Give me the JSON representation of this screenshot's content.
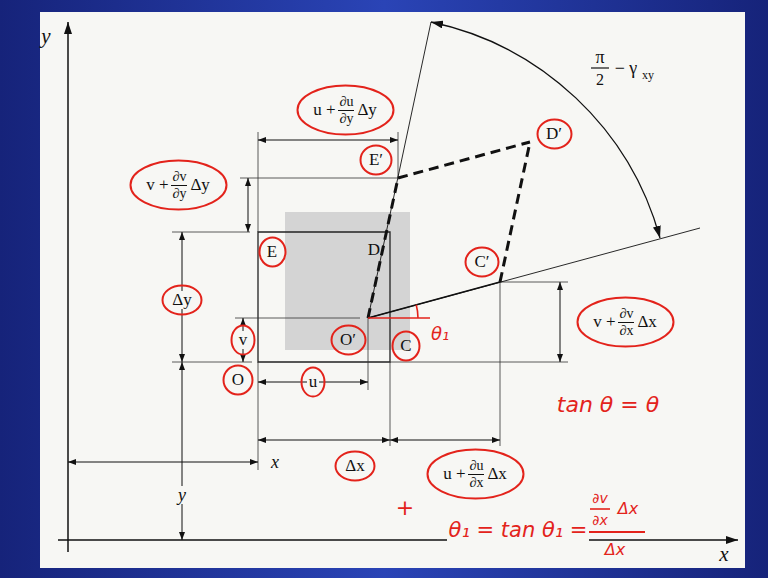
{
  "diagram": {
    "nodes": [
      {
        "text": [
          "u +",
          "∂u",
          "∂y",
          "Δy"
        ]
      },
      {
        "text": [
          "D′"
        ]
      },
      {
        "text": [
          "E′"
        ]
      },
      {
        "text": [
          "v +",
          "∂v",
          "∂y",
          "Δy"
        ]
      },
      {
        "text": [
          "E"
        ]
      },
      {
        "text": [
          "C′"
        ]
      },
      {
        "text": [
          "Δy"
        ]
      },
      {
        "text": [
          "v +",
          "∂v",
          "∂x",
          "Δx"
        ]
      },
      {
        "text": [
          "O′"
        ]
      },
      {
        "text": [
          "v"
        ]
      },
      {
        "text": [
          "C"
        ]
      },
      {
        "text": [
          "O"
        ]
      },
      {
        "text": [
          "u"
        ]
      },
      {
        "text": [
          "Δx"
        ]
      },
      {
        "text": [
          "u +",
          "∂u",
          "∂x",
          "Δx"
        ]
      }
    ],
    "labels": [
      "y",
      "π",
      "2",
      "− γ",
      "xy",
      "D",
      "θ₁",
      "tan θ = θ",
      "x",
      "y",
      "+",
      "x",
      "θ₁ = tan θ₁ =",
      "∂v",
      "∂x",
      "Δx",
      "Δx"
    ]
  }
}
